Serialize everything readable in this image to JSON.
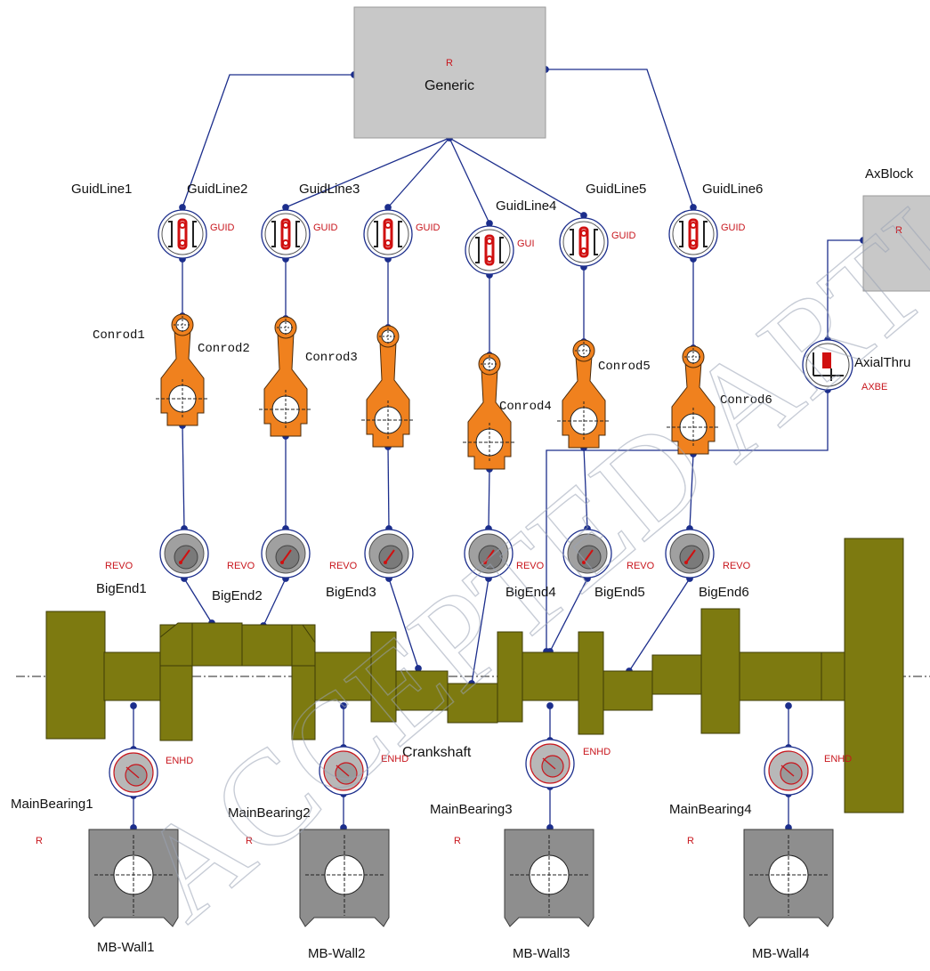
{
  "generic": {
    "tag": "R",
    "label": "Generic"
  },
  "axblock": {
    "tag": "R",
    "label": "AxBlock"
  },
  "guidlines": [
    {
      "label": "GuidLine1",
      "tag": "GUID"
    },
    {
      "label": "GuidLine2",
      "tag": "GUID"
    },
    {
      "label": "GuidLine3",
      "tag": "GUID"
    },
    {
      "label": "GuidLine4",
      "tag": "GUI"
    },
    {
      "label": "GuidLine5",
      "tag": "GUID"
    },
    {
      "label": "GuidLine6",
      "tag": "GUID"
    }
  ],
  "conrods": [
    "Conrod1",
    "Conrod2",
    "Conrod3",
    "Conrod4",
    "Conrod5",
    "Conrod6"
  ],
  "bigends": [
    {
      "label": "BigEnd1",
      "tag": "REVO"
    },
    {
      "label": "BigEnd2",
      "tag": "REVO"
    },
    {
      "label": "BigEnd3",
      "tag": "REVO"
    },
    {
      "label": "BigEnd4",
      "tag": "REVO"
    },
    {
      "label": "BigEnd5",
      "tag": "REVO"
    },
    {
      "label": "BigEnd6",
      "tag": "REVO"
    }
  ],
  "axial_thrust": {
    "label": "AxialThru",
    "tag": "AXBE"
  },
  "crankshaft": {
    "label": "Crankshaft"
  },
  "main_bearings": [
    {
      "label": "MainBearing1",
      "tag": "ENHD"
    },
    {
      "label": "MainBearing2",
      "tag": "ENHD"
    },
    {
      "label": "MainBearing3",
      "tag": "ENHD"
    },
    {
      "label": "MainBearing4",
      "tag": "ENHD"
    }
  ],
  "walls": [
    {
      "label": "MB-Wall1",
      "tag": "R"
    },
    {
      "label": "MB-Wall2",
      "tag": "R"
    },
    {
      "label": "MB-Wall3",
      "tag": "R"
    },
    {
      "label": "MB-Wall4",
      "tag": "R"
    }
  ],
  "watermark": "ACCEPTED ARTICLE",
  "colors": {
    "line": "#1c2e8c",
    "block": "#c8c8c8",
    "conrod": "#f0811e",
    "shaft": "#7d7a10",
    "wall": "#8e8e8e",
    "tag": "#c8161d"
  }
}
